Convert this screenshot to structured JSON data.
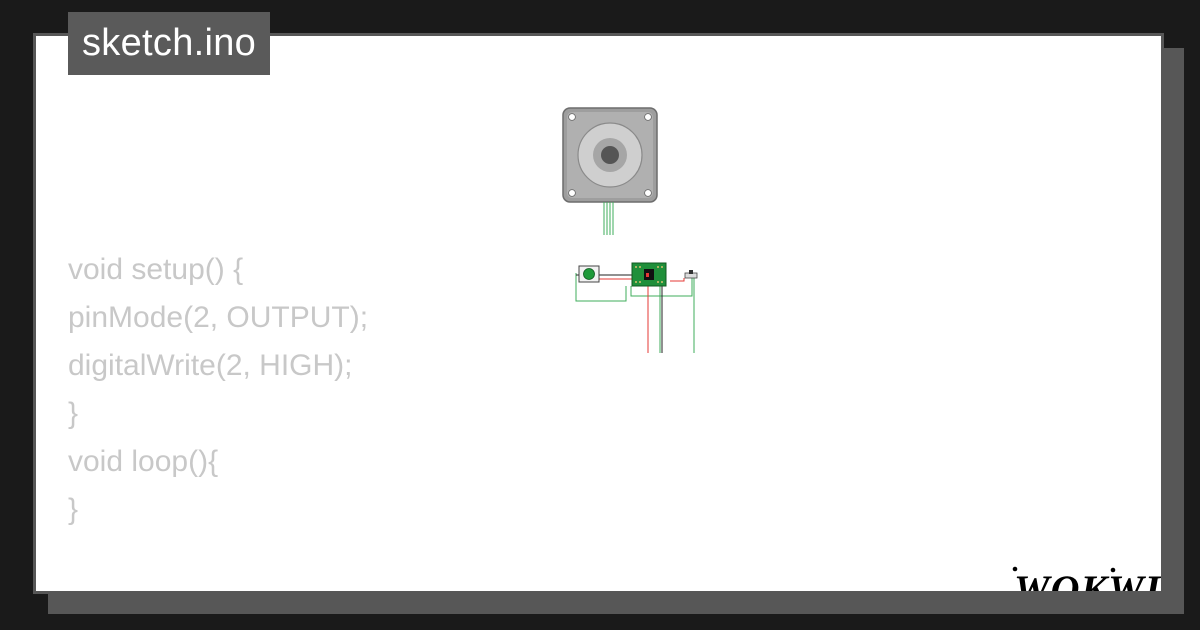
{
  "window": {
    "title": "sketch.ino"
  },
  "code_lines": [
    "void setup() {",
    "pinMode(2, OUTPUT);",
    "digitalWrite(2, HIGH);",
    "}",
    "",
    "void loop(){",
    "",
    "}"
  ],
  "brand": {
    "name": "WOKWI",
    "text_color": "#000000"
  },
  "colors": {
    "background": "#1a1a1a",
    "frame": "#575757",
    "code_text": "#c8c8c8",
    "wire_green": "#3fae5b",
    "wire_red": "#e53935",
    "wire_black": "#222222",
    "board_green": "#1f8f3a",
    "motor_gray": "#9e9e9e"
  },
  "icons": {
    "motor": "stepper-motor-icon",
    "driver": "driver-board-icon",
    "button": "pushbutton-icon",
    "switch": "slide-switch-icon",
    "connector": "power-connector-icon"
  }
}
